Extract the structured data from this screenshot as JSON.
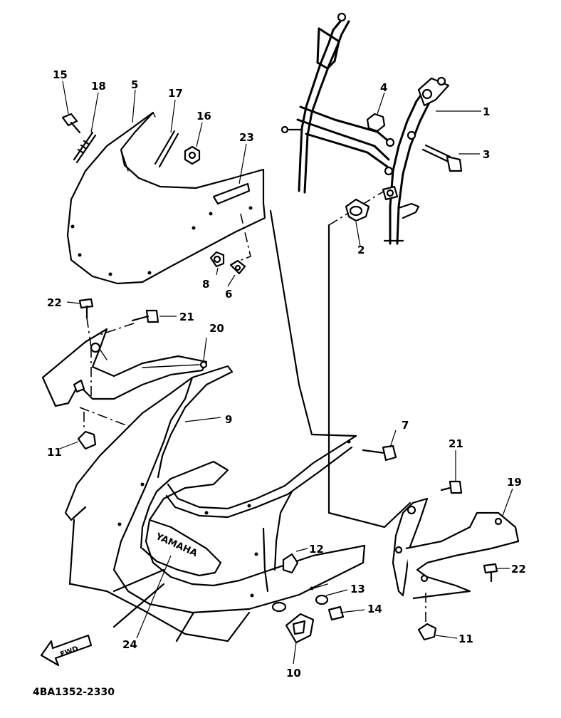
{
  "diagram": {
    "brand_text": "YAMAHA",
    "direction_text": "FWD",
    "drawing_code": "4BA1352-2330",
    "callouts": {
      "c1": "1",
      "c2": "2",
      "c3": "3",
      "c4": "4",
      "c5": "5",
      "c6": "6",
      "c7": "7",
      "c8": "8",
      "c9": "9",
      "c10": "10",
      "c11_left": "11",
      "c11_right": "11",
      "c12": "12",
      "c13": "13",
      "c14": "14",
      "c15": "15",
      "c16": "16",
      "c17": "17",
      "c18": "18",
      "c19": "19",
      "c20": "20",
      "c21_left": "21",
      "c21_right": "21",
      "c22_left": "22",
      "c22_right": "22",
      "c23": "23",
      "c24": "24"
    }
  }
}
